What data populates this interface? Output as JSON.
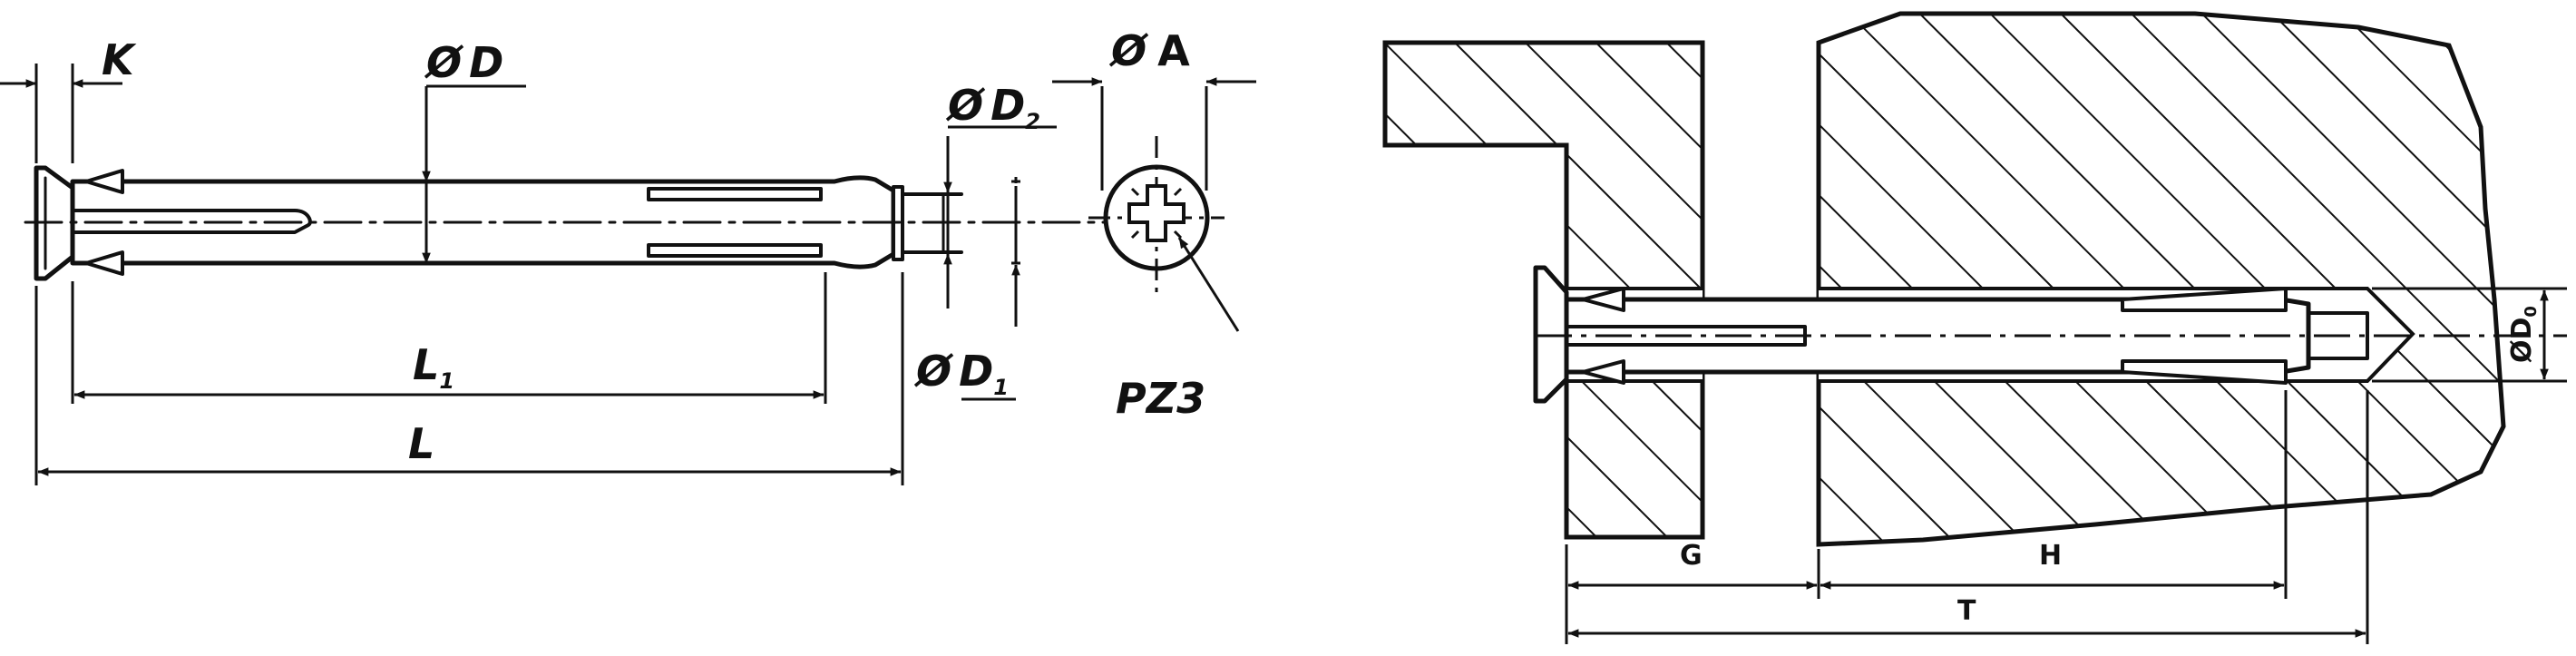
{
  "left_drawing": {
    "label_k": "K",
    "label_d_symbol": "Ø",
    "label_d": "D",
    "label_d2_symbol": "Ø",
    "label_d2": "D",
    "label_d2_sub": "2",
    "label_d1_symbol": "Ø",
    "label_d1": "D",
    "label_d1_sub": "1",
    "label_l1": "L",
    "label_l1_sub": "1",
    "label_l": "L",
    "label_a_symbol": "Ø",
    "label_a": "A",
    "label_drive": "PZ3"
  },
  "right_drawing": {
    "label_g": "G",
    "label_h": "H",
    "label_t": "T",
    "label_d0": "ØD",
    "label_d0_sub": "0"
  }
}
